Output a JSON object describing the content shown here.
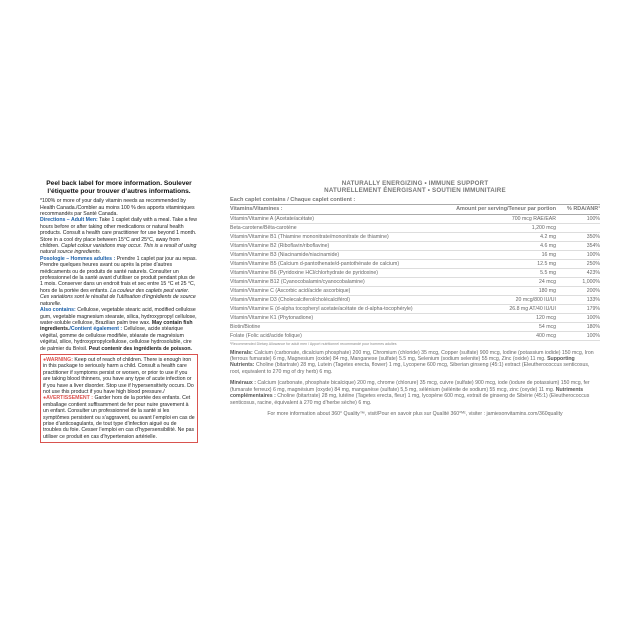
{
  "left": {
    "peel": "Peel back label for more information. Soulever l’étiquette pour trouver d’autres informations.",
    "rda_note": "*100% or more of your daily vitamin needs as recommended by Health Canada./Combler au moins 100 % des apports vitaminiques recommandés par Santé Canada.",
    "directions_label": "Directions – Adult Men:",
    "directions": "Take 1 caplet daily with a meal. Take a few hours before or after taking other medications or natural health products. Consult a health care practitioner for use beyond 1 month. Store in a cool dry place between 15°C and 25°C, away from children.",
    "caplet_colour": "Caplet colour variations may occur. This is a result of using natural source ingredients.",
    "posologie_label": "Posologie – Hommes adultes :",
    "posologie": "Prendre 1 caplet par jour au repas. Prendre quelques heures avant ou après la prise d’autres médicaments ou de produits de santé naturels. Consulter un professionnel de la santé avant d’utiliser ce produit pendant plus de 1 mois. Conserver dans un endroit frais et sec entre 15 °C et 25 °C, hors de la portée des enfants.",
    "couleur": "La couleur des caplets peut varier. Ces variations sont le résultat de l’utilisation d’ingrédients de source naturelle.",
    "also_label": "Also contains:",
    "also": "Cellulose, vegetable stearic acid, modified cellulose gum, vegetable magnesium stearate, silica, hydroxypropyl cellulose, water-soluble cellulose, Brazilian palm tree wax.",
    "fish": "May contain fish ingredients.",
    "contient_label": "/Contient également :",
    "contient": "Cellulose, acide stéarique végétal, gomme de cellulose modifiée, stéarate de magnésium végétal, silice, hydroxypropylcellulose, cellulose hydrosoluble, cire de palmier du Brésil.",
    "poisson": "Peut contenir des ingrédients de poisson.",
    "warning_label": "●WARNING:",
    "warning": "Keep out of reach of children. There is enough iron in this package to seriously harm a child. Consult a health care practitioner if symptoms persist or worsen, or prior to use if you are taking blood thinners, you have any type of acute infection or if you have a liver disorder. Stop use if hypersensitivity occurs. Do not use this product if you have high blood pressure./",
    "avert_label": "●AVERTISSEMENT :",
    "avert": "Garder hors de la portée des enfants. Cet emballage contient suffisamment de fer pour nuire gravement à un enfant. Consulter un professionnel de la santé si les symptômes persistent ou s’aggravent, ou avant l’emploi en cas de prise d’anticoagulants, de tout type d’infection aiguë ou de troubles du foie. Cesser l’emploi en cas d’hypersensibilité. Ne pas utiliser ce produit en cas d’hypertension artérielle."
  },
  "right": {
    "header1": "NATURALLY ENERGIZING • IMMUNE SUPPORT",
    "header2": "NATURELLEMENT ÉNERGISANT • SOUTIEN IMMUNITAIRE",
    "each": "Each caplet contains / Chaque caplet contient :",
    "col_vit": "Vitamins/Vitamines :",
    "col_amt": "Amount per serving/Teneur par portion",
    "col_rda": "% RDA/ANR¹",
    "rows": [
      {
        "name": "Vitamin/Vitamine A (Acetate/acétate)",
        "amt": "700 mcg RAE/EAR",
        "rda": "100%"
      },
      {
        "name": "Beta-carotene/Bêta-carotène",
        "amt": "1,200 mcg",
        "rda": ""
      },
      {
        "name": "Vitamin/Vitamine B1 (Thiamine mononitrate/mononitrate de thiamine)",
        "amt": "4.2 mg",
        "rda": "350%"
      },
      {
        "name": "Vitamin/Vitamine B2 (Riboflavin/riboflavine)",
        "amt": "4.6 mg",
        "rda": "354%"
      },
      {
        "name": "Vitamin/Vitamine B3 (Niacinamide/niacinamide)",
        "amt": "16 mg",
        "rda": "100%"
      },
      {
        "name": "Vitamin/Vitamine B5 (Calcium d-pantothenate/d-pantothénate de calcium)",
        "amt": "12.5 mg",
        "rda": "250%"
      },
      {
        "name": "Vitamin/Vitamine B6 (Pyridoxine HCl/chlorhydrate de pyridoxine)",
        "amt": "5.5 mg",
        "rda": "423%"
      },
      {
        "name": "Vitamin/Vitamine B12 (Cyanocobalamin/cyanocobalamine)",
        "amt": "24 mcg",
        "rda": "1,000%"
      },
      {
        "name": "Vitamin/Vitamine C (Ascorbic acid/acide ascorbique)",
        "amt": "180 mg",
        "rda": "200%"
      },
      {
        "name": "Vitamin/Vitamine D3 (Cholecalciferol/cholécalciférol)",
        "amt": "20 mcg/800 IU/UI",
        "rda": "133%"
      },
      {
        "name": "Vitamin/Vitamine E (d-alpha tocopheryl acetate/acétate de d-alpha-tocophéryle)",
        "amt": "26.8 mg AT/40 IU/UI",
        "rda": "179%"
      },
      {
        "name": "Vitamin/Vitamine K1 (Phytonadione)",
        "amt": "120 mcg",
        "rda": "100%"
      },
      {
        "name": "Biotin/Biotine",
        "amt": "54 mcg",
        "rda": "180%"
      },
      {
        "name": "Folate (Folic acid/acide folique)",
        "amt": "400 mcg",
        "rda": "100%"
      }
    ],
    "foot": "¹Recommended Dietary Allowance for adult men / Apport nutritionnel recommandé pour hommes adultes",
    "minerals_label": "Minerals:",
    "minerals": "Calcium (carbonate, dicalcium phosphate) 200 mg, Chromium (chloride) 35 mcg, Copper (sulfate) 900 mcg, Iodine (potassium iodide) 150 mcg, Iron (ferrous fumarate) 6 mg, Magnesium (oxide) 84 mg, Manganese (sulfate) 5.5 mg, Selenium (sodium selenite) 55 mcg, Zinc (oxide) 11 mg.",
    "supporting_label": "Supporting Nutrients:",
    "supporting": "Choline (bitartrate) 28 mg, Lutein (Tagetes erecta, flower) 1 mg, Lycopene 600 mcg, Siberian ginseng (45:1) extract (Eleutherococcus senticosus, root, equivalent to 270 mg of dry herb) 6 mg.",
    "mineraux_label": "Minéraux :",
    "mineraux": "Calcium (carbonate, phosphate bicalcique) 200 mg, chrome (chlorure) 35 mcg, cuivre (sulfate) 900 mcg, iode (iodure de potassium) 150 mcg, fer (fumarate ferreux) 6 mg, magnésium (oxyde) 84 mg, manganèse (sulfate) 5,5 mg, sélénium (sélénite de sodium) 55 mcg, zinc (oxyde) 11 mg.",
    "nutriments_label": "Nutriments complémentaires :",
    "nutriments": "Choline (bitartrate) 28 mg, lutéine (Tagetes erecta, fleur) 1 mg, lycopène 600 mcg, extrait de ginseng de Sibérie (45:1) (Eleutherococcus senticosus, racine, équivalent à 270 mg d’herbe sèche) 6 mg.",
    "more": "For more information about 360° Quality™, visit/Pour en savoir plus sur Qualité 360°ᴹᶜ, visiter : jamiesonvitamins.com/360quality"
  }
}
